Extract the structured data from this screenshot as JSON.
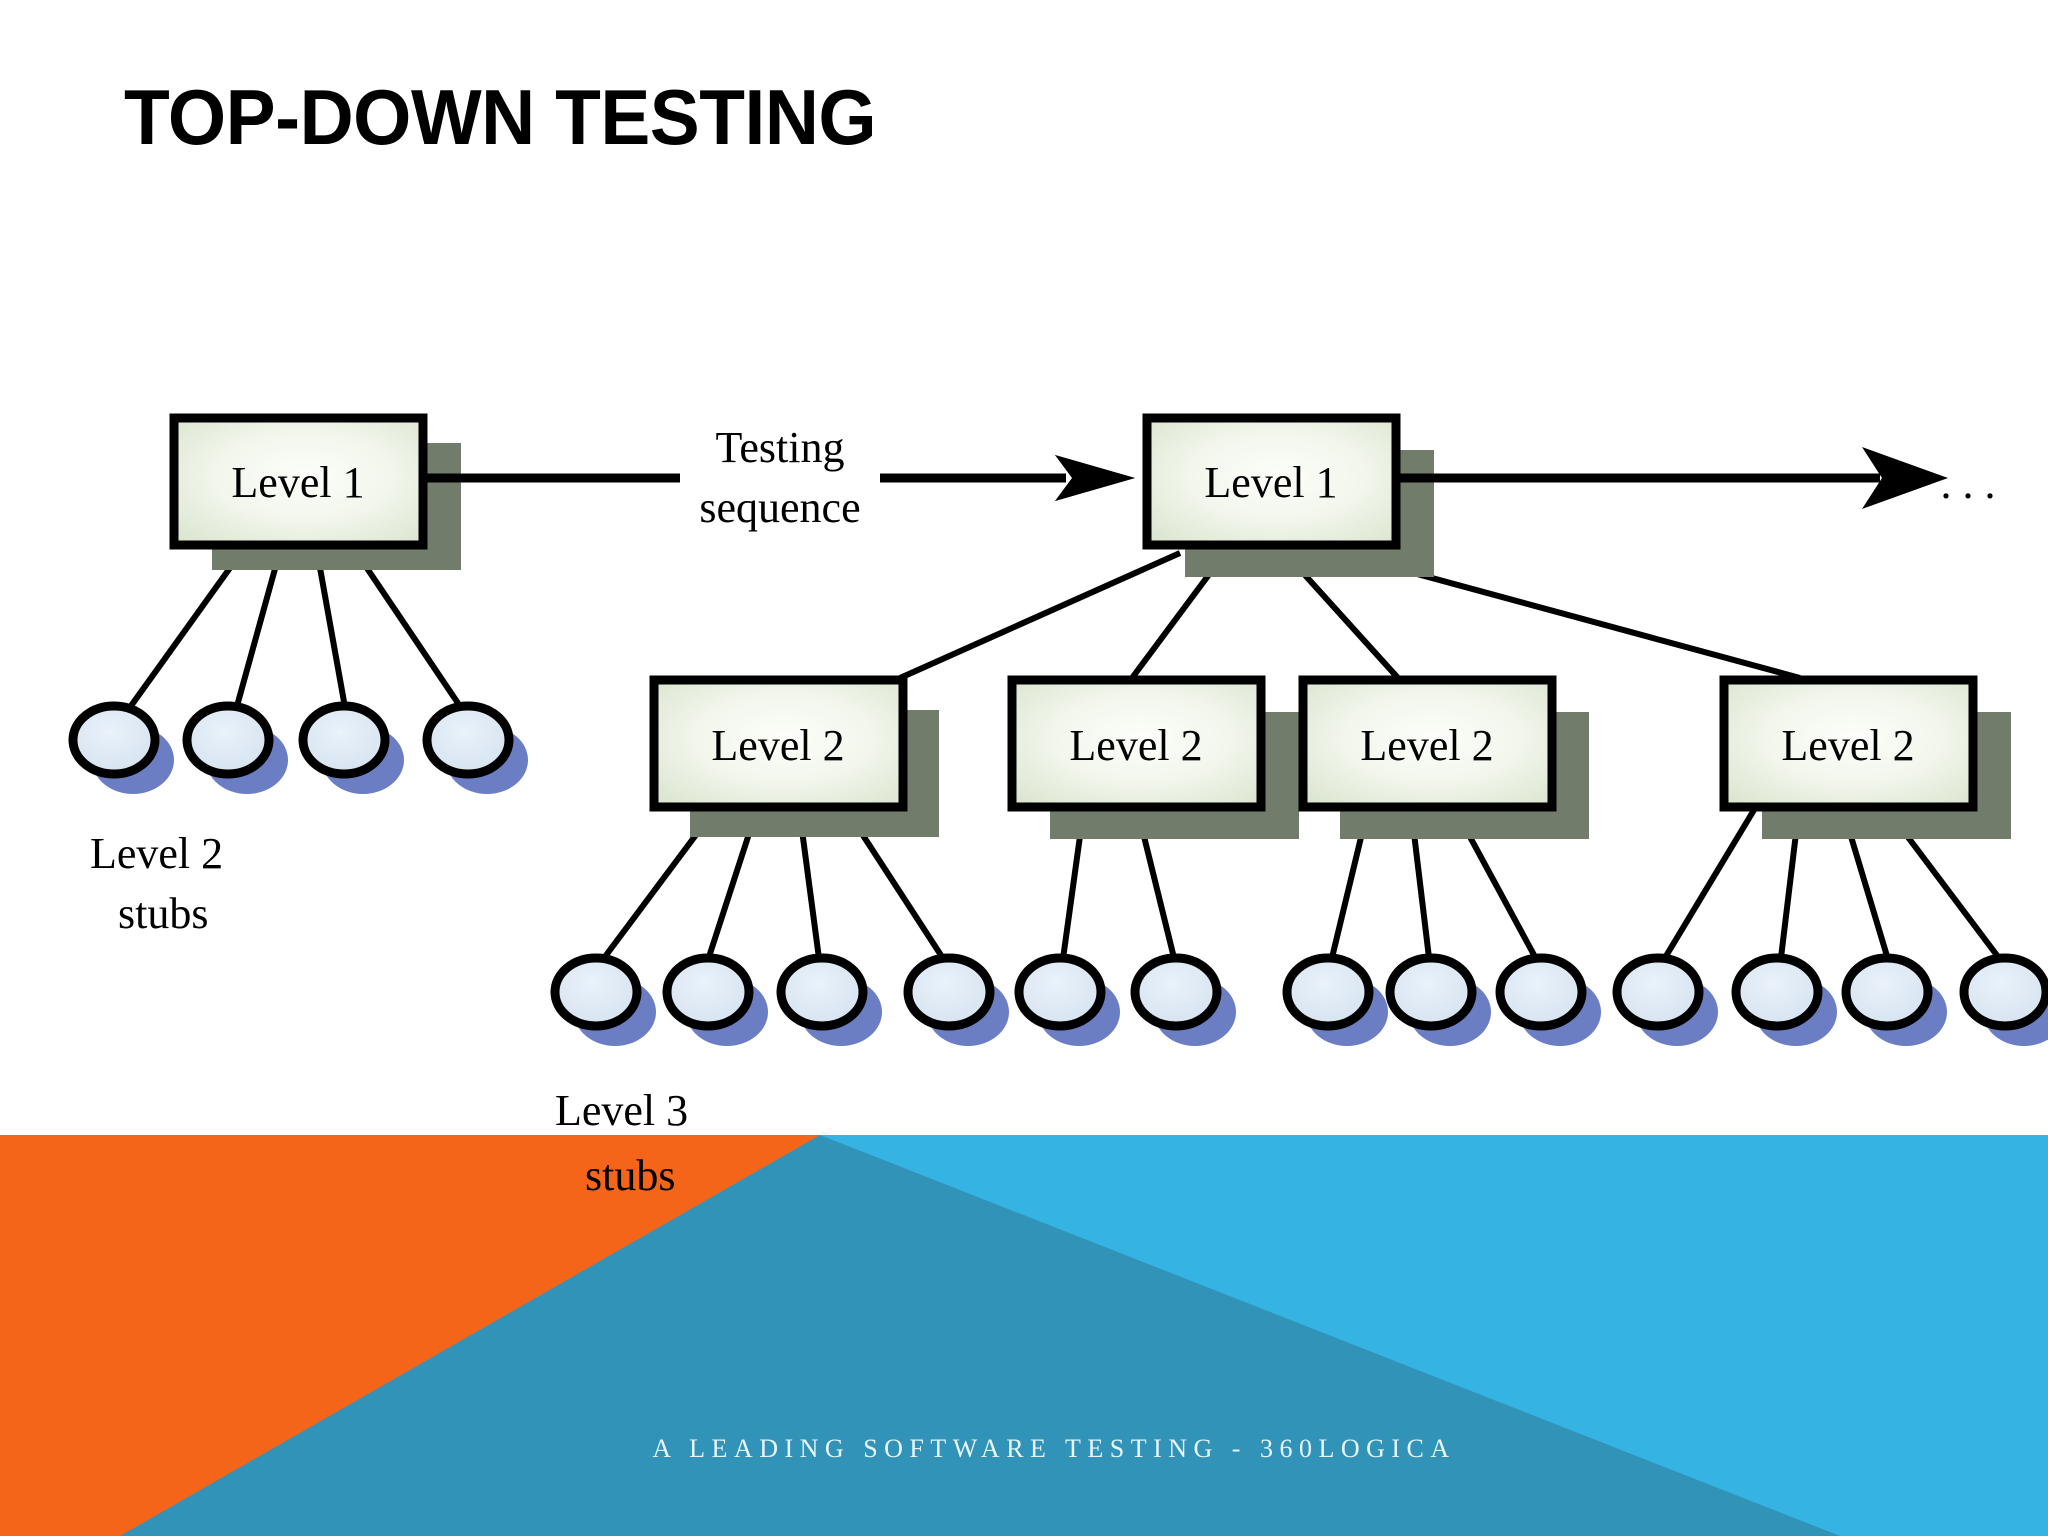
{
  "slide": {
    "title": "TOP-DOWN TESTING",
    "background_color": "#ffffff"
  },
  "footer": {
    "text": "A LEADING SOFTWARE TESTING - 360LOGICA",
    "color": "#e9f6fc"
  },
  "band": {
    "orange_color": "#F4651A",
    "cyan_color": "#35B3E3",
    "teal_color": "#3293B8"
  },
  "diagram": {
    "node_fill_center": "#fbfdf7",
    "node_fill_edge": "#d8e2cc",
    "node_shadow": "#717c6b",
    "stub_fill": "#dde8f1",
    "stub_shadow": "#6b7ec4",
    "stroke": "#000000",
    "left_tree": {
      "root": {
        "label": "Level 1"
      },
      "stub_count": 4,
      "caption_line1": "Level 2",
      "caption_line2": "stubs"
    },
    "sequence": {
      "label_line1": "Testing",
      "label_line2": "sequence",
      "ellipsis": ". . ."
    },
    "right_tree": {
      "root": {
        "label": "Level 1"
      },
      "children": [
        {
          "label": "Level 2",
          "stub_count": 4
        },
        {
          "label": "Level 2",
          "stub_count": 2
        },
        {
          "label": "Level 2",
          "stub_count": 3
        },
        {
          "label": "Level 2",
          "stub_count": 4
        }
      ],
      "caption_line1": "Level 3",
      "caption_line2": "stubs"
    }
  }
}
